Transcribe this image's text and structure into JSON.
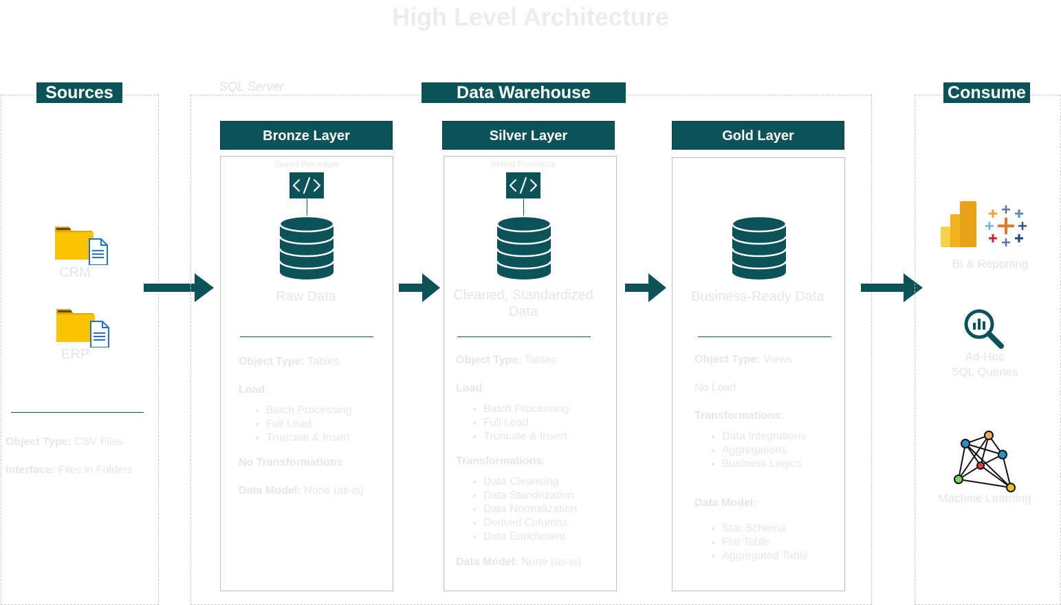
{
  "title": "High Level Architecture",
  "colors": {
    "primary": "#0c5259",
    "folder": "#f8c300",
    "doc": "#1f6fd1"
  },
  "sources": {
    "label": "Sources",
    "items": [
      {
        "label": "CRM",
        "icon": "folder-document-icon"
      },
      {
        "label": "ERP",
        "icon": "folder-document-icon"
      }
    ],
    "object_type_key": "Object Type:",
    "object_type_value": " CSV Files",
    "interface_key": "Interface:",
    "interface_value": " Files in Folders"
  },
  "warehouse": {
    "label": "Data Warehouse",
    "sql_label": "SQL Server",
    "layers": [
      {
        "name": "Bronze Layer",
        "stored_procedure": "Stored Procedure",
        "description": "Raw Data",
        "object_type_key": "Object Type:",
        "object_type_value": " Tables",
        "load_key": "Load",
        "load_colon": ":",
        "load_items": [
          "Batch Processing",
          "Full Load",
          "Truncate & Insert"
        ],
        "transform_line": "No Transformations",
        "data_model_key": "Data Model:",
        "data_model_value": " None (as-is)"
      },
      {
        "name": "Silver Layer",
        "stored_procedure": "Stored Procedure",
        "description": "Cleaned, Standardized Data",
        "object_type_key": "Object Type:",
        "object_type_value": " Tables",
        "load_key": "Load",
        "load_colon": ":",
        "load_items": [
          "Batch Processing",
          "Full Load",
          "Truncate & Insert"
        ],
        "transform_key": "Transformations",
        "transform_colon": ":",
        "transform_items": [
          "Data Cleansing",
          "Data Standrization",
          "Data Normalization",
          "Derived Columns",
          "Data Enrichment"
        ],
        "data_model_key": "Data Model:",
        "data_model_value": " None (as-is)"
      },
      {
        "name": "Gold Layer",
        "description": "Business-Ready Data",
        "object_type_key": "Object Type:",
        "object_type_value": " Views",
        "load_line": "No Load",
        "transform_key": "Transformations",
        "transform_colon": ":",
        "transform_items": [
          "Data Integrations",
          "Aggregations",
          "Business Logics"
        ],
        "data_model_key": "Data Model:",
        "data_model_items": [
          "Star Schema",
          "Flat Table",
          "Aggregated Table"
        ]
      }
    ]
  },
  "consume": {
    "label": "Consume",
    "items": [
      {
        "label": "BI & Reporting",
        "icon": "powerbi-tableau-icon"
      },
      {
        "label_line1": "Ad-Hoc",
        "label_line2": "SQL Queries",
        "icon": "magnifier-chart-icon"
      },
      {
        "label": "Machine Learning",
        "icon": "network-graph-icon"
      }
    ]
  }
}
